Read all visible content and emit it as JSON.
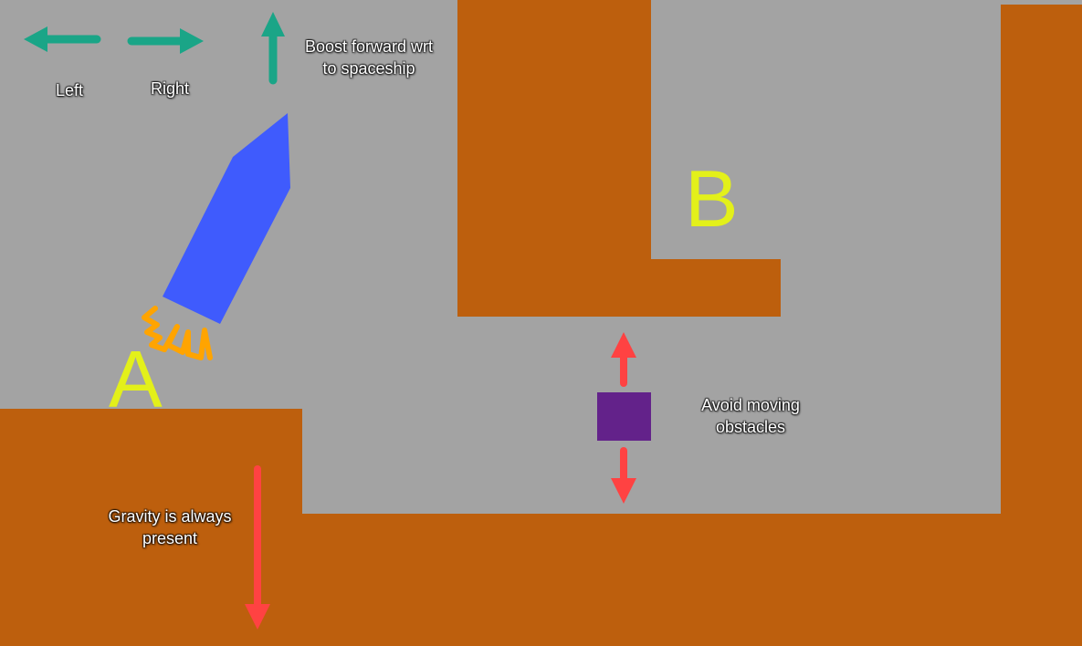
{
  "colors": {
    "background": "#a3a3a3",
    "terrain": "#bd5f0d",
    "control_arrow": "#1aa587",
    "hint_arrow": "#ff4242",
    "spaceship": "#3f5bfd",
    "thruster_flame": "#ffa400",
    "marker_letter": "#e3f01a",
    "obstacle": "#63228a"
  },
  "controls": {
    "left_label": "Left",
    "right_label": "Right",
    "boost_label": "Boost forward wrt\nto spaceship"
  },
  "markers": {
    "start": "A",
    "goal": "B"
  },
  "hints": {
    "obstacle": "Avoid moving\nobstacles",
    "gravity": "Gravity is always\npresent"
  }
}
